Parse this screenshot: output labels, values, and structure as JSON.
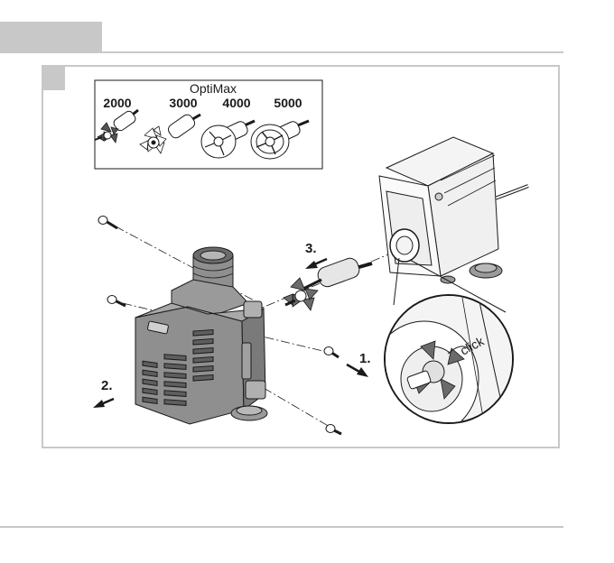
{
  "inset": {
    "title": "OptiMax",
    "models": [
      "2000",
      "3000",
      "4000",
      "5000"
    ]
  },
  "steps": {
    "step1": "1.",
    "step2": "2.",
    "step3": "3."
  },
  "detail": {
    "click_label": "click"
  },
  "colors": {
    "line": "#1a1a1a",
    "gray_panel": "#c8c8c8",
    "pump_body": "#8f8f8f",
    "pump_dark": "#6b6b6b",
    "light_part": "#e6e6e6"
  }
}
